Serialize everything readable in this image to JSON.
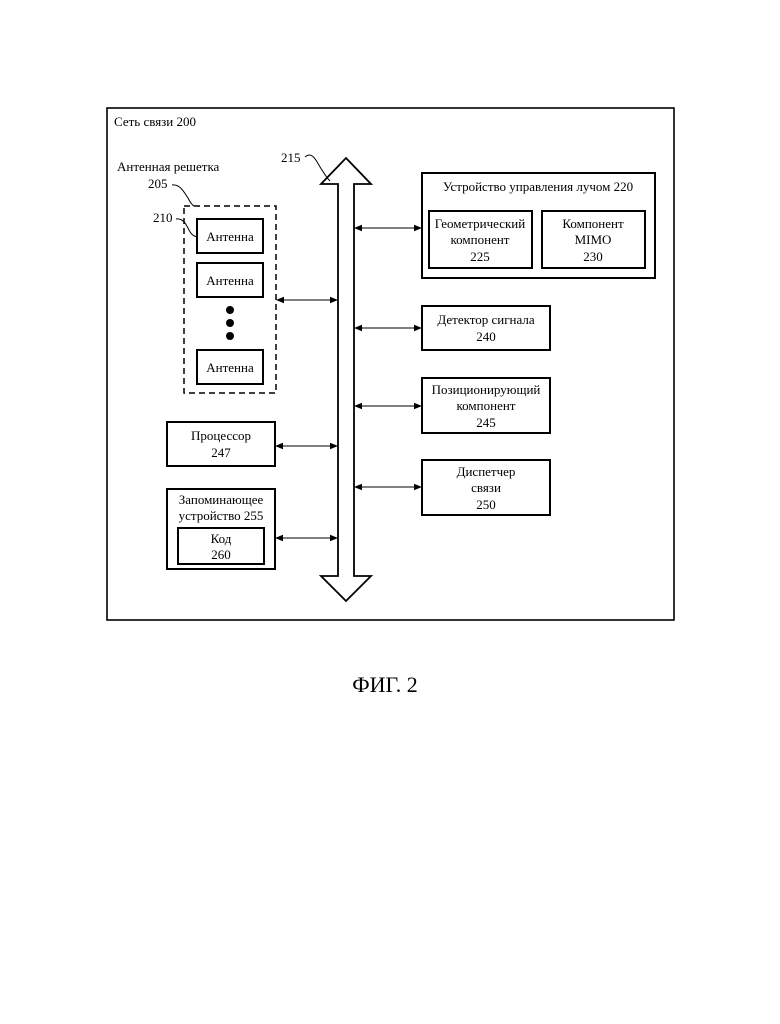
{
  "network": {
    "label": "Сеть связи 200"
  },
  "bus": {
    "label": "215"
  },
  "antenna_array": {
    "label": "Антенная решетка",
    "number": "205",
    "antenna_ref": "210",
    "antennas": [
      "Антенна",
      "Антенна",
      "Антенна"
    ]
  },
  "beam_manager": {
    "label": "Устройство управления лучом 220",
    "geometric": {
      "line1": "Геометрический",
      "line2": "компонент",
      "number": "225"
    },
    "mimo": {
      "line1": "Компонент",
      "line2": "MIMO",
      "number": "230"
    }
  },
  "signal_detector": {
    "line1": "Детектор сигнала",
    "number": "240"
  },
  "positioning": {
    "line1": "Позиционирующий",
    "line2": "компонент",
    "number": "245"
  },
  "comm_manager": {
    "line1": "Диспетчер",
    "line2": "связи",
    "number": "250"
  },
  "processor": {
    "line1": "Процессор",
    "number": "247"
  },
  "memory": {
    "line1": "Запоминающее",
    "line2": "устройство 255",
    "code": {
      "line1": "Код",
      "number": "260"
    }
  },
  "figure": {
    "caption": "ФИГ. 2"
  }
}
